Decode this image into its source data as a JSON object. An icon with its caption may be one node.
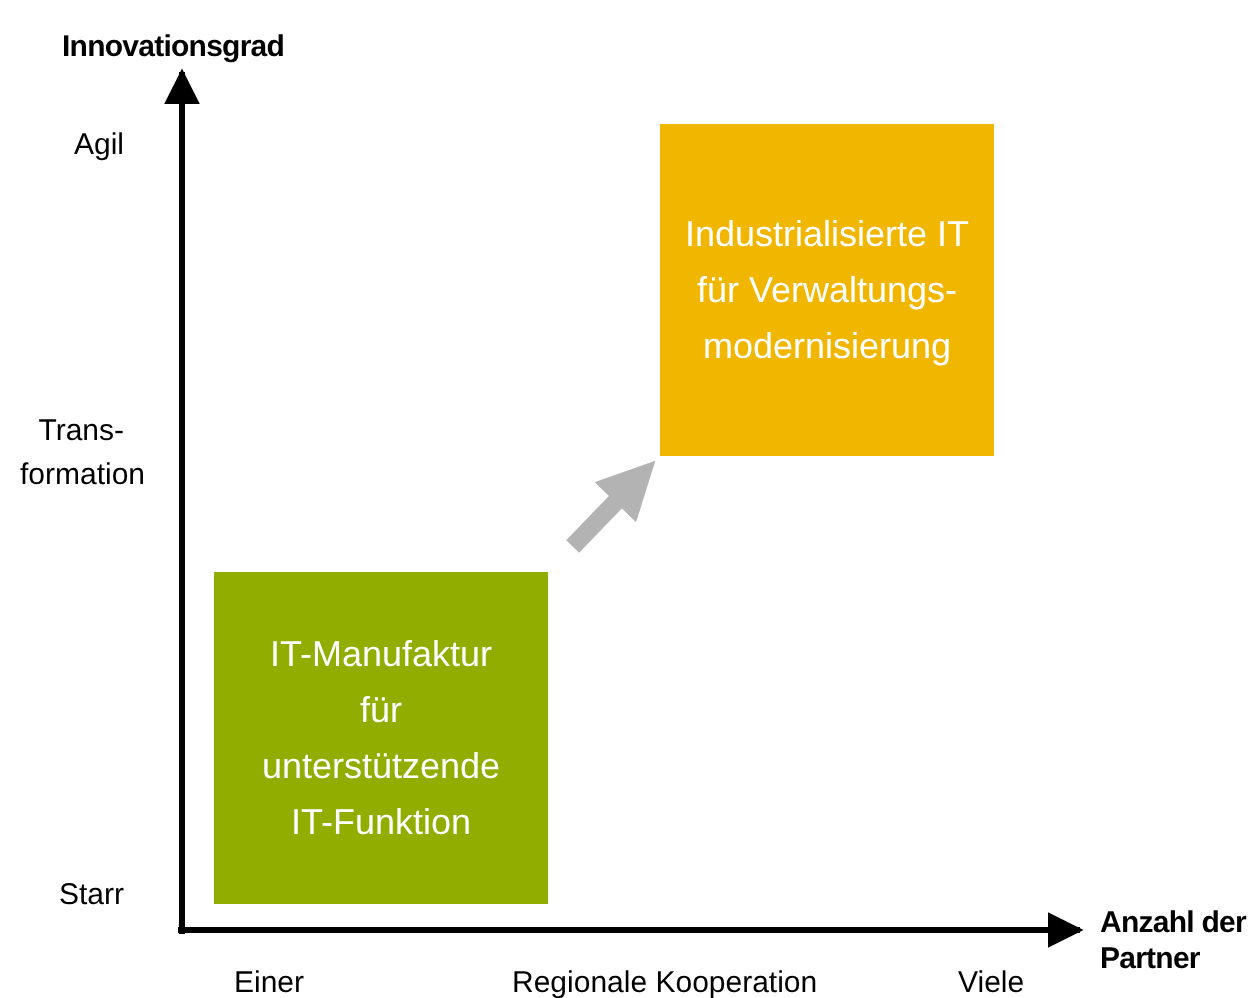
{
  "diagram": {
    "nodes": [
      {
        "text": [
          "Industrialisierte IT für Verwaltungs- modernisierung"
        ]
      },
      {
        "text": [
          "IT-Manufaktur für unterstützende IT-Funktion"
        ]
      }
    ],
    "edges": [
      {
        "from": 1,
        "to": 0,
        "arrow": "to"
      }
    ],
    "labels": [
      "Innovationsgrad",
      "Agil",
      "Trans- formation",
      "Starr",
      "Anzahl der Partner",
      "Einer",
      "Regionale Kooperation",
      "Viele"
    ]
  }
}
